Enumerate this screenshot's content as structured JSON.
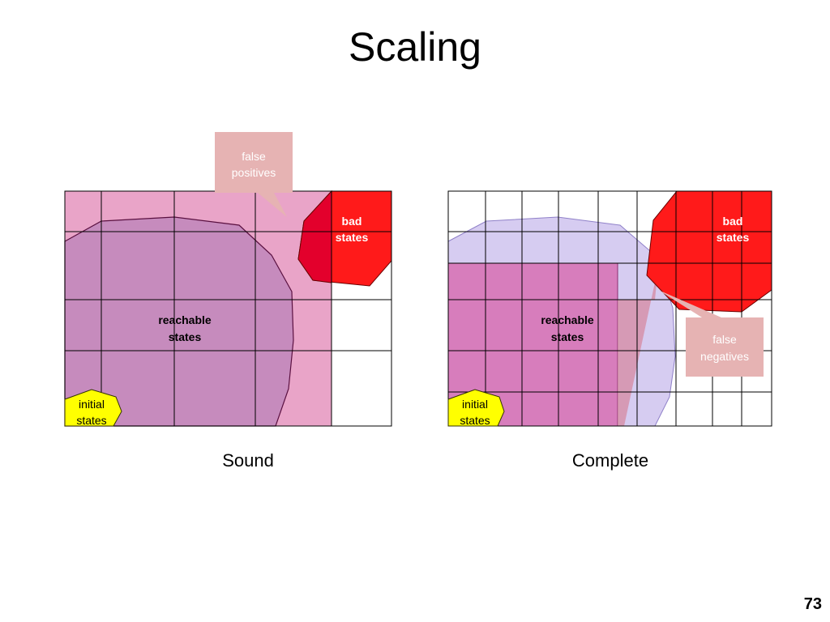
{
  "slide": {
    "title": "Scaling",
    "page_number": "73"
  },
  "left_panel": {
    "caption": "Sound",
    "reachable_label_line1": "reachable",
    "reachable_label_line2": "states",
    "bad_label_line1": "bad",
    "bad_label_line2": "states",
    "initial_label_line1": "initial",
    "initial_label_line2": "states",
    "callout_line1": "false",
    "callout_line2": "positives"
  },
  "right_panel": {
    "caption": "Complete",
    "reachable_label_line1": "reachable",
    "reachable_label_line2": "states",
    "bad_label_line1": "bad",
    "bad_label_line2": "states",
    "initial_label_line1": "initial",
    "initial_label_line2": "states",
    "callout_line1": "false",
    "callout_line2": "negatives"
  },
  "colors": {
    "over_approximation": "#e9a4c8",
    "reachable": "#c68bbd",
    "bad": "#ff1a1a",
    "initial": "#ffff00",
    "under_approximation": "#d77dbc",
    "callout": "#e6b3b3"
  }
}
